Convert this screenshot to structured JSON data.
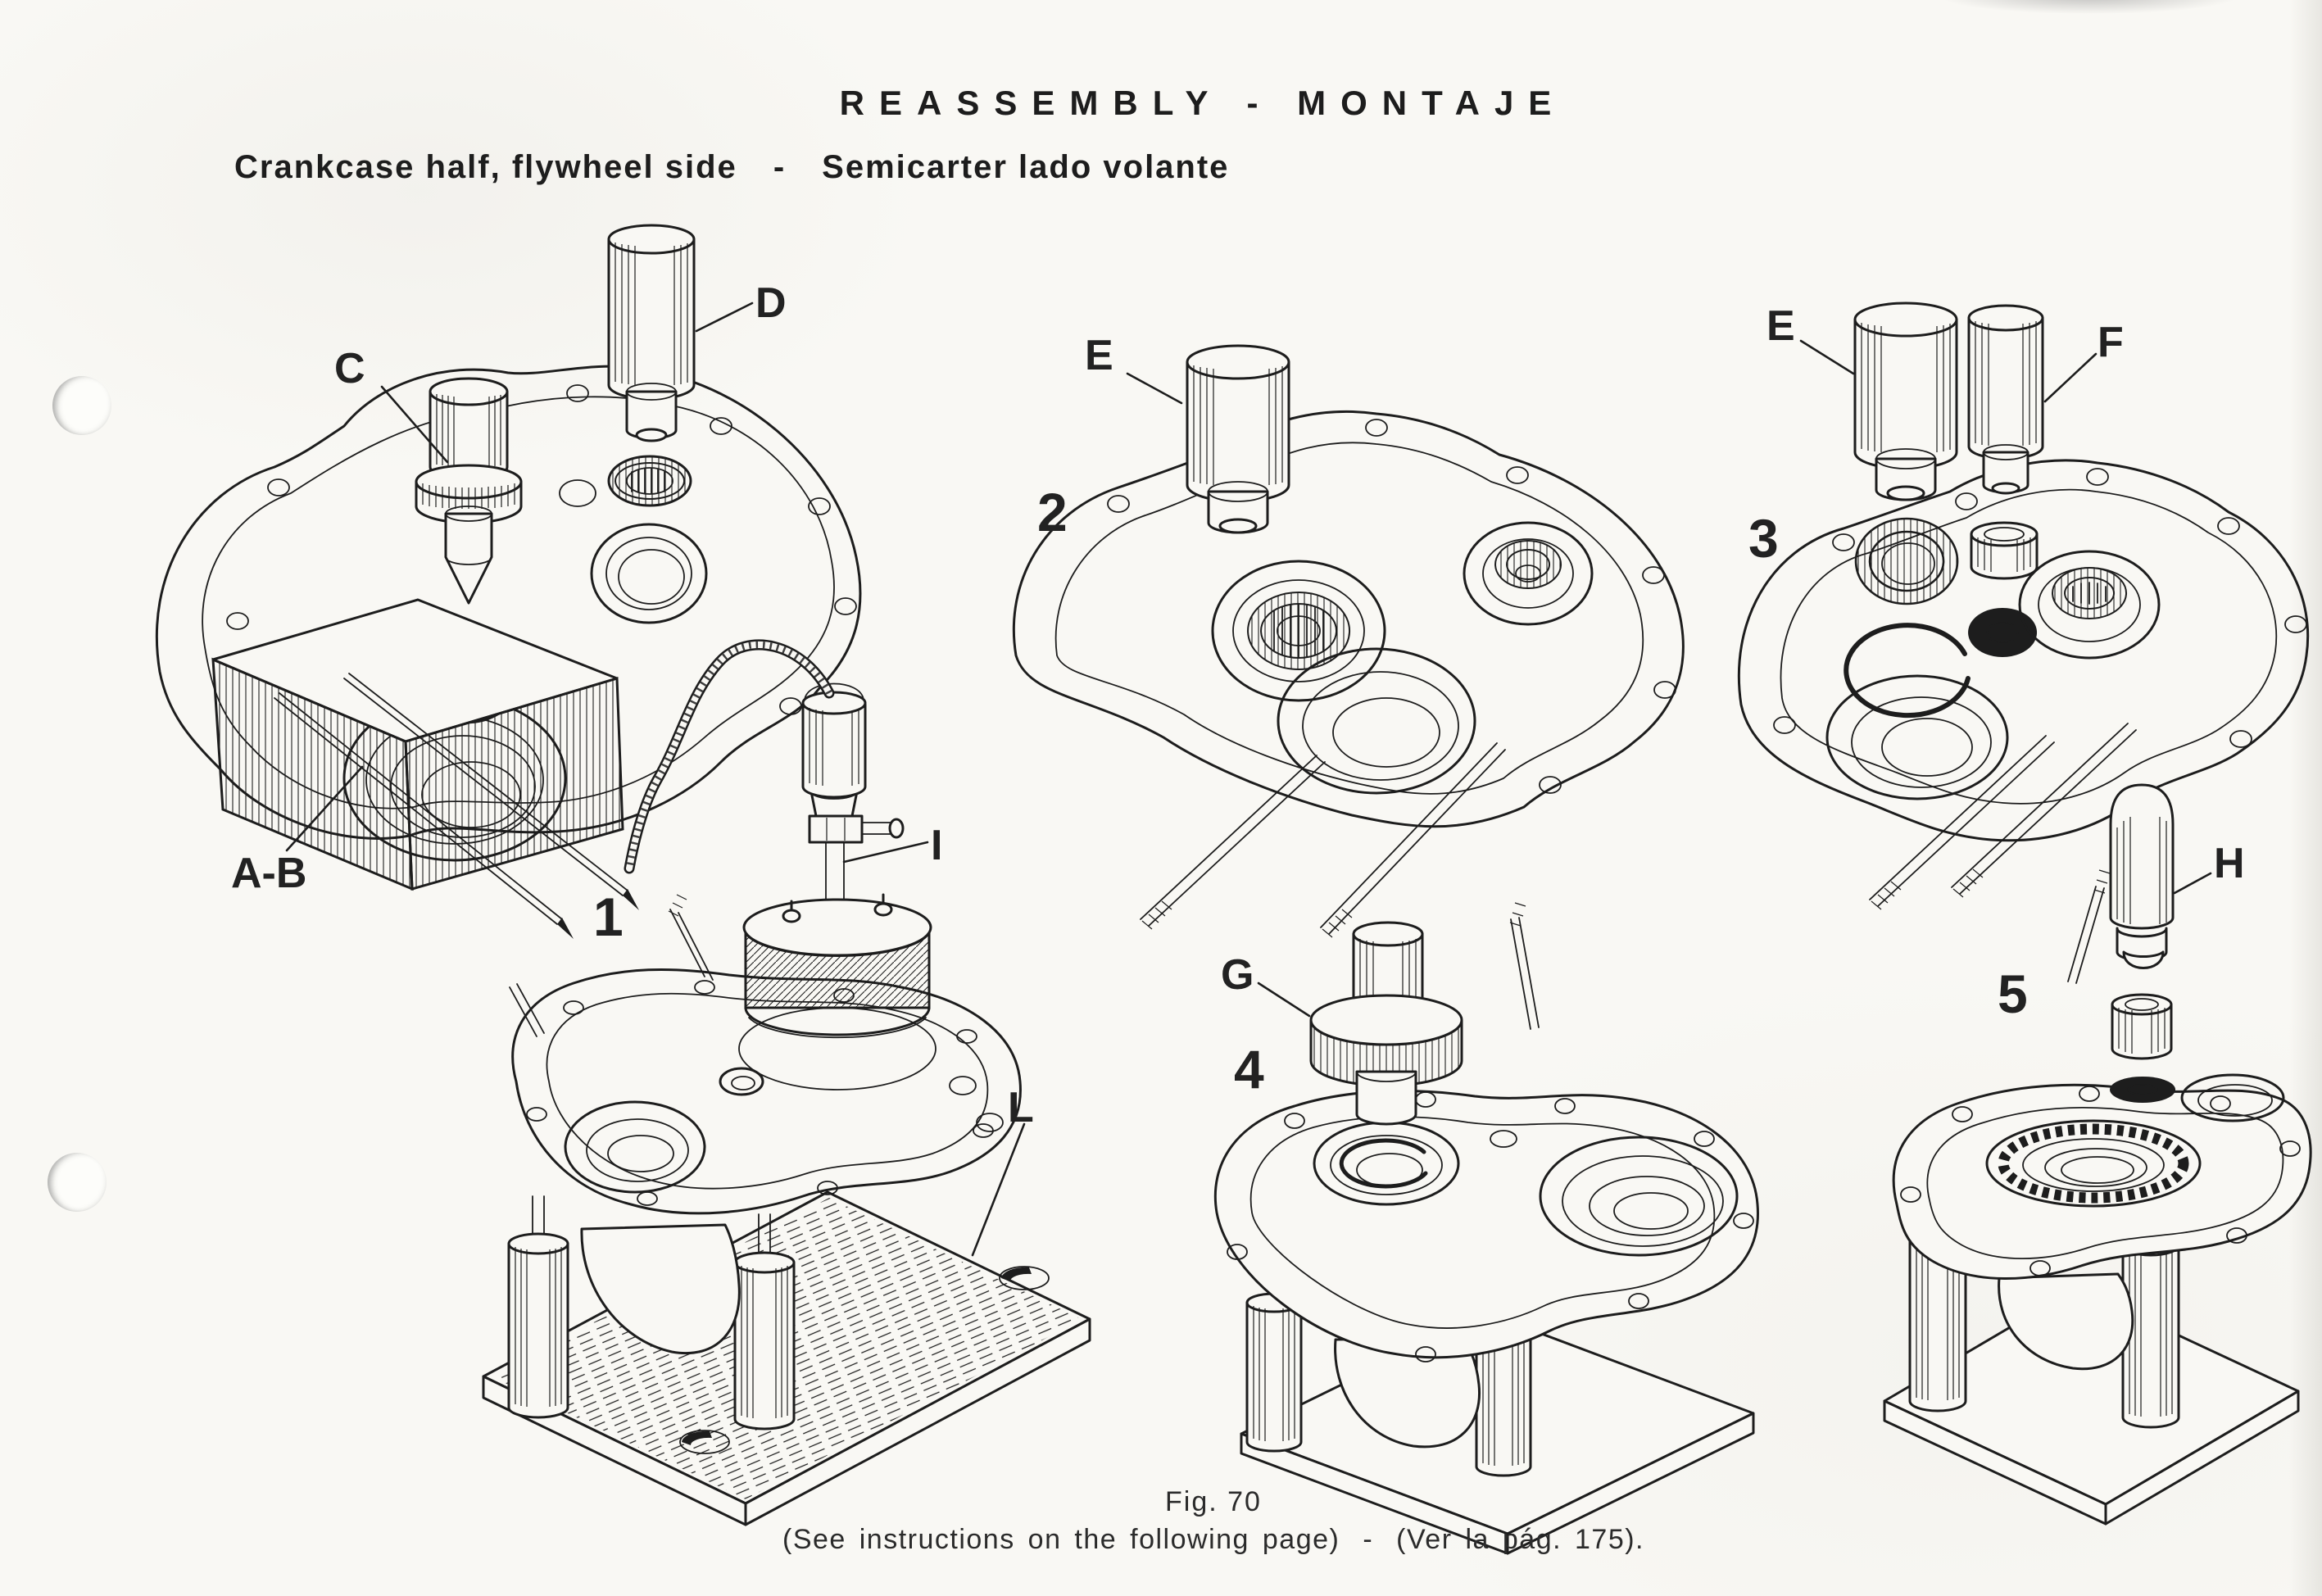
{
  "page": {
    "title": "REASSEMBLY - MONTAJE",
    "subtitle": {
      "en": "Crankcase half, flywheel side",
      "dash": "-",
      "es": "Semicarter lado volante"
    },
    "caption": {
      "figure": "Fig. 70",
      "note_en": "(See instructions on the following page)",
      "note_dash": "-",
      "note_es": "(Ver la pág. 175)."
    },
    "ink_color": "#1d1d1d",
    "paper_color": "#f9f8f4"
  },
  "figures": [
    {
      "name": "crankcase-half-on-wood-block",
      "step": "",
      "callouts": [
        {
          "text": "C"
        },
        {
          "text": "D"
        },
        {
          "text": "A-B"
        }
      ]
    },
    {
      "name": "bearing-drift-step",
      "step": "2",
      "callouts": [
        {
          "text": "E"
        }
      ]
    },
    {
      "name": "seal-and-drifts-step",
      "step": "3",
      "callouts": [
        {
          "text": "E"
        },
        {
          "text": "F"
        }
      ]
    },
    {
      "name": "heater-tool-on-support-plate",
      "step": "1",
      "callouts": [
        {
          "text": "I"
        },
        {
          "text": "L"
        }
      ]
    },
    {
      "name": "retainer-drift-step",
      "step": "4",
      "callouts": [
        {
          "text": "G"
        }
      ]
    },
    {
      "name": "bush-drift-step",
      "step": "5",
      "callouts": [
        {
          "text": "H"
        }
      ]
    }
  ]
}
